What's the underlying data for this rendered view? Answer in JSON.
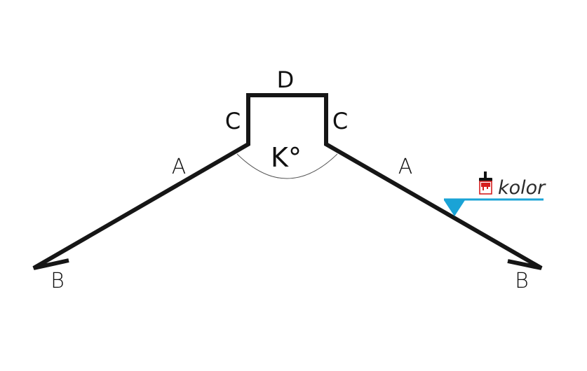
{
  "labels": {
    "a_left": "A",
    "a_right": "A",
    "b_left": "B",
    "b_right": "B",
    "c_left": "C",
    "c_right": "C",
    "d_top": "D",
    "angle": "K°",
    "color": "kolor"
  },
  "colors": {
    "profile_line": "#161616",
    "angle_arc": "#555555",
    "color_indicator": "#1aa3d6",
    "paint_bucket": "#d61e1e",
    "brush_handle": "#111111"
  },
  "icons": {
    "paint": "paint-brush-icon"
  }
}
